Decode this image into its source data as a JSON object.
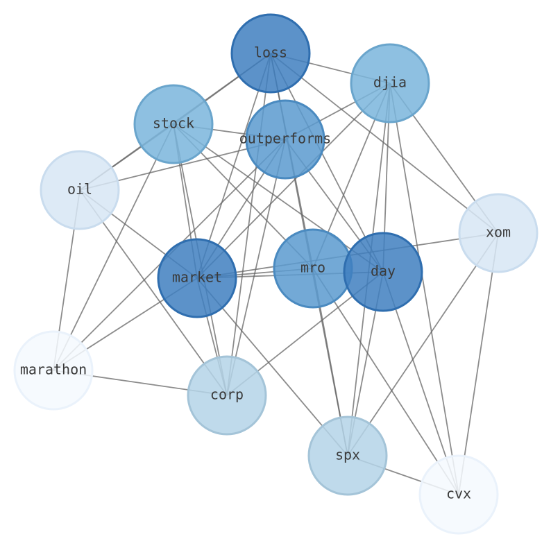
{
  "nodes": [
    {
      "id": "loss",
      "label": "loss",
      "color": "#3f7fc0"
    },
    {
      "id": "djia",
      "label": "djia",
      "color": "#7ab5dc"
    },
    {
      "id": "stock",
      "label": "stock",
      "color": "#7ab5dc"
    },
    {
      "id": "outperforms",
      "label": "outperforms",
      "color": "#5a9acf"
    },
    {
      "id": "oil",
      "label": "oil",
      "color": "#d7e6f4"
    },
    {
      "id": "xom",
      "label": "xom",
      "color": "#d7e6f4"
    },
    {
      "id": "mro",
      "label": "mro",
      "color": "#5a9acf"
    },
    {
      "id": "day",
      "label": "day",
      "color": "#3f7fc0"
    },
    {
      "id": "market",
      "label": "market",
      "color": "#3f7fc0"
    },
    {
      "id": "marathon",
      "label": "marathon",
      "color": "#f4f9fe"
    },
    {
      "id": "corp",
      "label": "corp",
      "color": "#b4d4e8"
    },
    {
      "id": "spx",
      "label": "spx",
      "color": "#b4d4e8"
    },
    {
      "id": "cvx",
      "label": "cvx",
      "color": "#f4f9fe"
    }
  ],
  "edges": [
    [
      "loss",
      "djia"
    ],
    [
      "loss",
      "stock"
    ],
    [
      "loss",
      "oil"
    ],
    [
      "loss",
      "mro"
    ],
    [
      "loss",
      "day"
    ],
    [
      "loss",
      "market"
    ],
    [
      "loss",
      "corp"
    ],
    [
      "loss",
      "spx"
    ],
    [
      "loss",
      "xom"
    ],
    [
      "djia",
      "outperforms"
    ],
    [
      "djia",
      "market"
    ],
    [
      "djia",
      "day"
    ],
    [
      "djia",
      "mro"
    ],
    [
      "djia",
      "spx"
    ],
    [
      "djia",
      "cvx"
    ],
    [
      "djia",
      "xom"
    ],
    [
      "stock",
      "outperforms"
    ],
    [
      "stock",
      "market"
    ],
    [
      "stock",
      "corp"
    ],
    [
      "stock",
      "mro"
    ],
    [
      "stock",
      "day"
    ],
    [
      "stock",
      "marathon"
    ],
    [
      "stock",
      "oil"
    ],
    [
      "outperforms",
      "oil"
    ],
    [
      "outperforms",
      "market"
    ],
    [
      "outperforms",
      "corp"
    ],
    [
      "outperforms",
      "day"
    ],
    [
      "outperforms",
      "marathon"
    ],
    [
      "oil",
      "market"
    ],
    [
      "oil",
      "corp"
    ],
    [
      "oil",
      "marathon"
    ],
    [
      "market",
      "mro"
    ],
    [
      "market",
      "day"
    ],
    [
      "market",
      "xom"
    ],
    [
      "market",
      "spx"
    ],
    [
      "market",
      "corp"
    ],
    [
      "market",
      "marathon"
    ],
    [
      "mro",
      "spx"
    ],
    [
      "mro",
      "cvx"
    ],
    [
      "day",
      "corp"
    ],
    [
      "day",
      "spx"
    ],
    [
      "day",
      "cvx"
    ],
    [
      "xom",
      "spx"
    ],
    [
      "xom",
      "cvx"
    ],
    [
      "marathon",
      "corp"
    ],
    [
      "spx",
      "cvx"
    ]
  ]
}
